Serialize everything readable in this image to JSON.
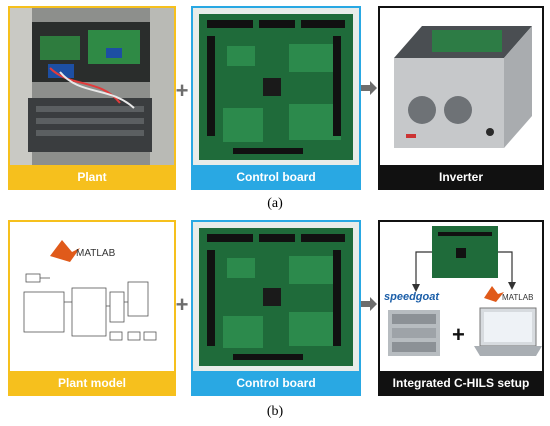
{
  "colors": {
    "plant": "#f6c01d",
    "control": "#29a8e3",
    "dark": "#111111",
    "operator": "#6d6d6d",
    "pcb": "#1f6b3a"
  },
  "row_a": {
    "plant_caption": "Plant",
    "control_caption": "Control board",
    "inverter_caption": "Inverter",
    "plus": "+",
    "arrow_icon": "arrow-right-icon",
    "label": "(a)"
  },
  "row_b": {
    "plant_model_caption": "Plant model",
    "control_caption": "Control board",
    "hils_caption": "Integrated C-HILS setup",
    "matlab_text": "MATLAB",
    "speedgoat_text": "speedgoat",
    "plus": "+",
    "label": "(b)"
  }
}
